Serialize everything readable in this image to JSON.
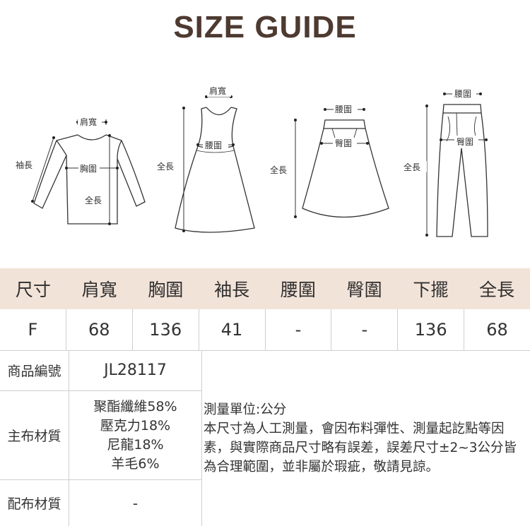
{
  "title": "SIZE GUIDE",
  "diagram_labels": {
    "top": {
      "shoulder": "肩寬",
      "sleeve": "袖長",
      "chest": "胸圍",
      "length": "全長"
    },
    "dress": {
      "shoulder": "肩寬",
      "length": "全長",
      "waist": "腰圍"
    },
    "skirt": {
      "waist": "腰圍",
      "length": "全長",
      "hip": "臀圍"
    },
    "pants": {
      "waist": "腰圍",
      "length": "全長",
      "hip": "臀圍"
    }
  },
  "size_table": {
    "headers": [
      "尺寸",
      "肩寬",
      "胸圍",
      "袖長",
      "腰圍",
      "臀圍",
      "下擺",
      "全長"
    ],
    "rows": [
      [
        "F",
        "68",
        "136",
        "41",
        "-",
        "-",
        "136",
        "68"
      ]
    ]
  },
  "product": {
    "code_label": "商品編號",
    "code": "JL28117",
    "main_material_label": "主布材質",
    "main_materials": [
      "聚酯纖維58%",
      "壓克力18%",
      "尼龍18%",
      "羊毛6%"
    ],
    "lining_label": "配布材質",
    "lining": "-"
  },
  "note": {
    "unit": "測量單位:公分",
    "body": "本尺寸為人工測量，會因布料彈性、測量起訖點等因素，與實際商品尺寸略有誤差，誤差尺寸±2~3公分皆為合理範圍，並非屬於瑕疵，敬請見諒。"
  }
}
